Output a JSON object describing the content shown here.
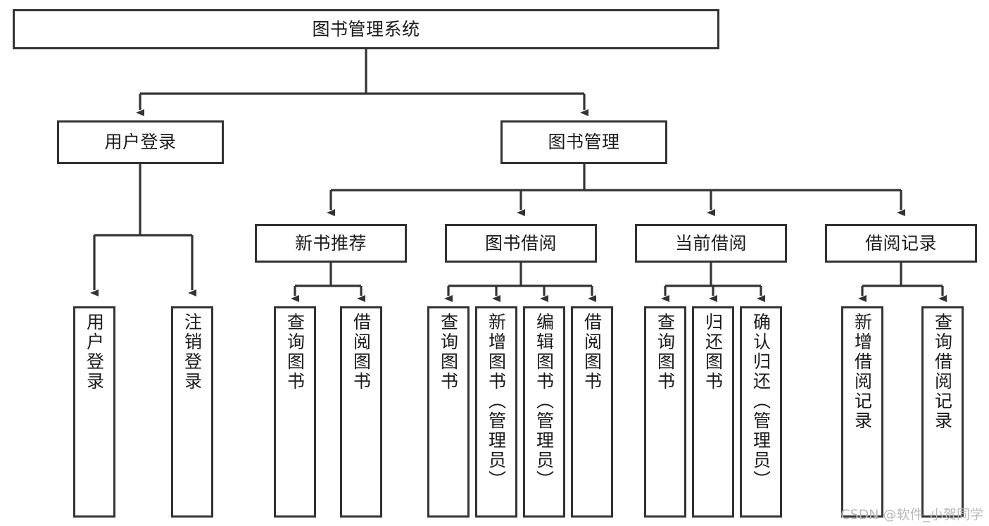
{
  "diagram": {
    "type": "tree",
    "title": "图书管理系统",
    "colors": {
      "box_border": "#333333",
      "box_fill": "#ffffff",
      "line": "#333333",
      "text": "#1a1a1a",
      "watermark": "#b9b9b9",
      "background": "#ffffff"
    },
    "levels": {
      "root": {
        "label": "图书管理系统"
      },
      "level2": [
        {
          "label": "用户登录"
        },
        {
          "label": "图书管理"
        }
      ],
      "level3": [
        {
          "label": "新书推荐"
        },
        {
          "label": "图书借阅"
        },
        {
          "label": "当前借阅"
        },
        {
          "label": "借阅记录"
        }
      ],
      "leaves": {
        "user_login": [
          {
            "label": "用户登录"
          },
          {
            "label": "注销登录"
          }
        ],
        "new_book_recommend": [
          {
            "label": "查询图书"
          },
          {
            "label": "借阅图书"
          }
        ],
        "book_borrow": [
          {
            "label": "查询图书"
          },
          {
            "label": "新增图书（管理员）"
          },
          {
            "label": "编辑图书（管理员）"
          },
          {
            "label": "借阅图书"
          }
        ],
        "current_borrow": [
          {
            "label": "查询图书"
          },
          {
            "label": "归还图书"
          },
          {
            "label": "确认归还（管理员）"
          }
        ],
        "borrow_record": [
          {
            "label": "新增借阅记录"
          },
          {
            "label": "查询借阅记录"
          }
        ]
      }
    },
    "watermark": "CSDN @软件_小贺同学"
  }
}
